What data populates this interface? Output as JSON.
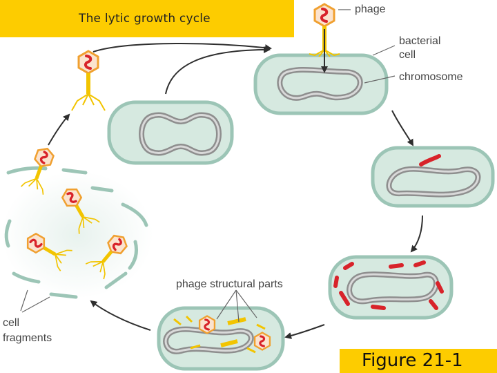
{
  "title": "The lytic growth cycle",
  "figure_label": "Figure 21-1",
  "labels": {
    "phage": "phage",
    "bacterial_cell_line1": "bacterial",
    "bacterial_cell_line2": "cell",
    "chromosome": "chromosome",
    "phage_structural_parts": "phage structural parts",
    "cell_fragments_line1": "cell",
    "cell_fragments_line2": "fragments"
  },
  "colors": {
    "title_bar": "#fdcc00",
    "cell_fill": "#d6e9e0",
    "cell_wall": "#9cc5b6",
    "chromosome": "#9a9a9a",
    "phage_dna": "#d8232a",
    "phage_head": "#f4b183",
    "phage_tail": "#f2c400",
    "arrow": "#2e2e2e"
  }
}
